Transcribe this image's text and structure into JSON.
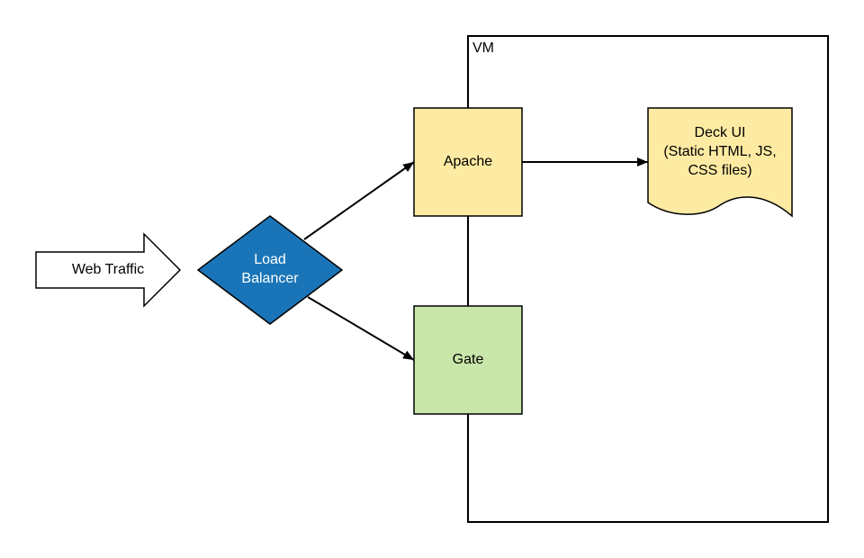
{
  "diagram": {
    "container": {
      "label": "VM"
    },
    "input": {
      "label": "Web Traffic"
    },
    "load_balancer": {
      "line1": "Load",
      "line2": "Balancer",
      "fill": "#1a75b8",
      "text_color": "#ffffff"
    },
    "apache": {
      "label": "Apache",
      "fill": "#feeba3"
    },
    "gate": {
      "label": "Gate",
      "fill": "#c9e6ab"
    },
    "deck_ui": {
      "line1": "Deck UI",
      "line2": "(Static HTML, JS,",
      "line3": "CSS files)",
      "fill": "#feeba3"
    },
    "edges": [
      {
        "from": "Load Balancer",
        "to": "Apache",
        "directed": true
      },
      {
        "from": "Load Balancer",
        "to": "Gate",
        "directed": true
      },
      {
        "from": "Apache",
        "to": "Deck UI",
        "directed": true
      },
      {
        "from": "Apache",
        "to": "Gate",
        "directed": false
      }
    ]
  }
}
